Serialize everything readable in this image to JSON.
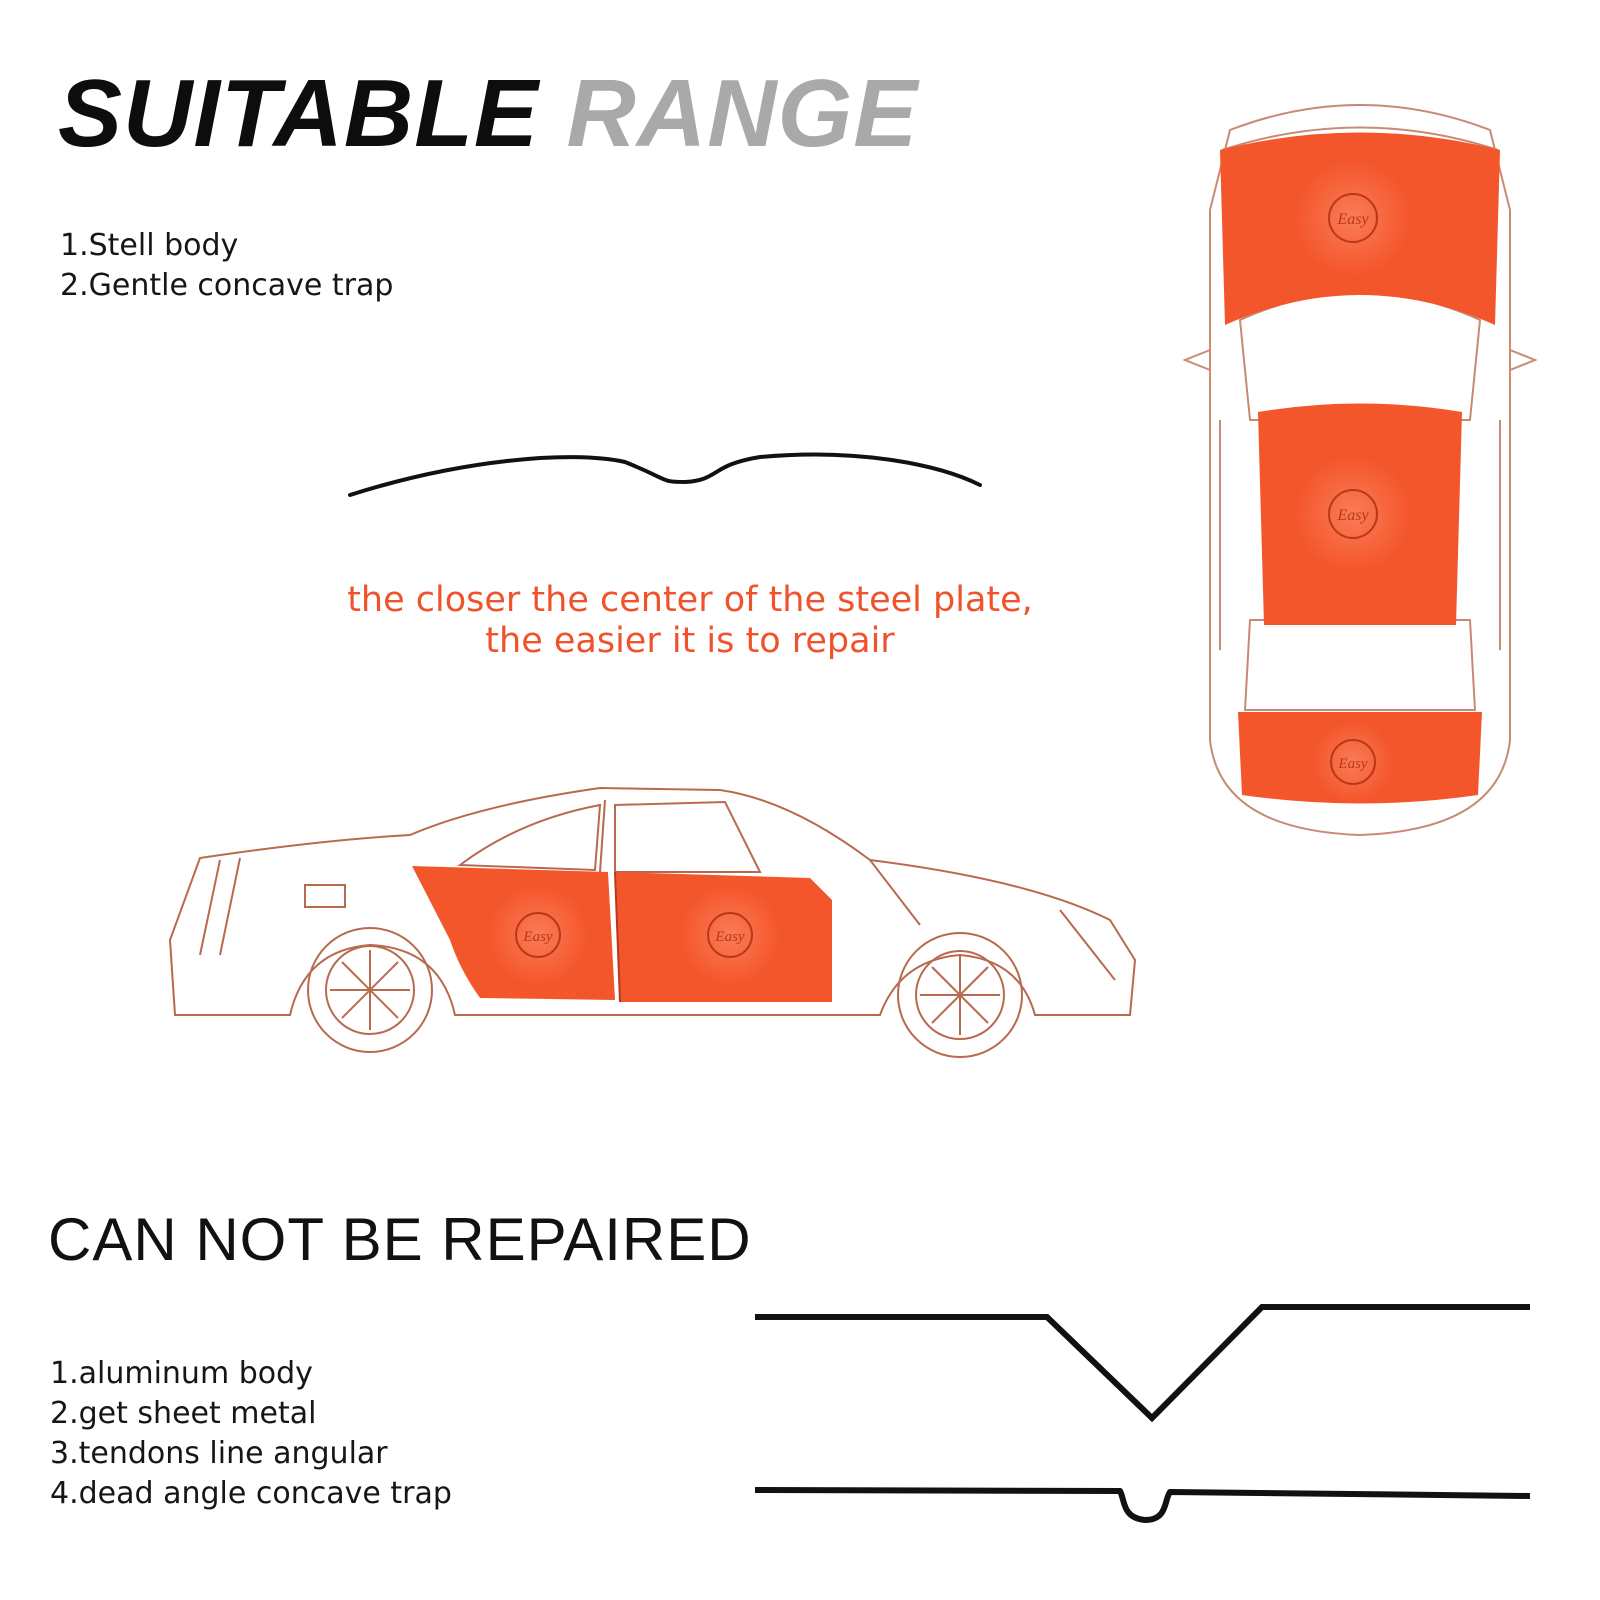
{
  "suitable": {
    "title_word_1": "SUITABLE",
    "title_word_2": "RANGE",
    "items": [
      "1.Stell body",
      "2.Gentle concave trap"
    ],
    "note_line_1": "the closer the center of the steel plate,",
    "note_line_2": "the easier it is to repair"
  },
  "car": {
    "badge_label": "Easy",
    "highlight_color": "#f4562c",
    "outline_color": "#b86a4e"
  },
  "not_repairable": {
    "title": "CAN NOT BE REPAIRED",
    "items": [
      "1.aluminum body",
      "2.get sheet metal",
      "3.tendons line angular",
      "4.dead angle concave trap"
    ]
  }
}
